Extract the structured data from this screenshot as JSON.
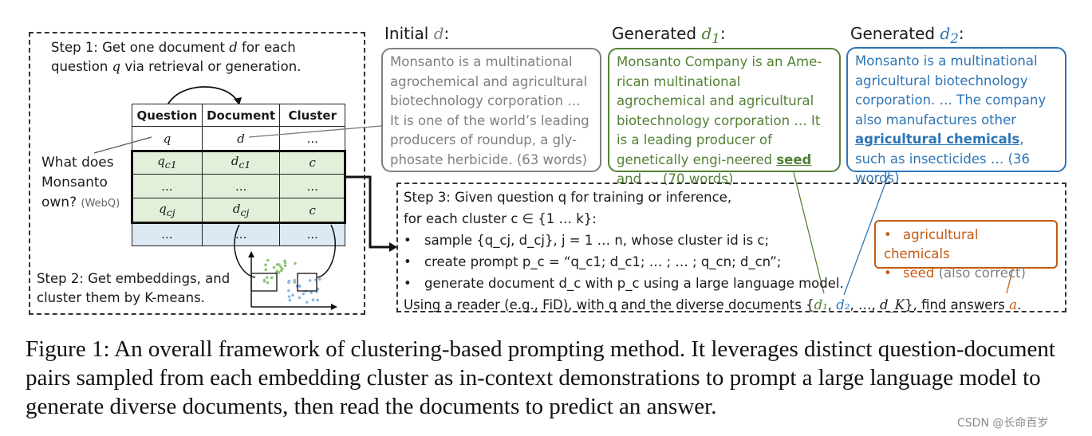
{
  "step1": {
    "line1": "Step 1: Get one document",
    "var_d": "d",
    "line1b": "for each",
    "line2a": "question",
    "var_q": "q",
    "line2b": "via retrieval or generation."
  },
  "step2": {
    "line1": "Step 2: Get embeddings, and",
    "line2": "cluster them by K-means."
  },
  "question_label": {
    "l1": "What does",
    "l2": "Monsanto",
    "l3": "own?",
    "tag": "(WebQ)"
  },
  "table": {
    "headers": [
      "Question",
      "Document",
      "Cluster"
    ],
    "rows": [
      [
        "q",
        "d",
        "..."
      ],
      [
        "q_c1",
        "d_c1",
        "c"
      ],
      [
        "...",
        "...",
        "..."
      ],
      [
        "q_cj",
        "d_cj",
        "c"
      ],
      [
        "...",
        "...",
        "..."
      ]
    ]
  },
  "docs": {
    "initial": {
      "title": "Initial",
      "var": "d",
      "suffix": ":",
      "text": "Monsanto is a multinational agrochemical and agricultural biotechnology corporation … It is one of the world’s leading producers of roundup, a gly-phosate herbicide. (63 words)",
      "color": "#7f7f7f"
    },
    "gen1": {
      "title": "Generated",
      "var": "d",
      "sub": "1",
      "suffix": ":",
      "text_pre": "Monsanto Company is an Ame-rican multinational agrochemical and agricultural biotechnology corporation … It is a leading producer of genetically engi-neered",
      "highlight": "seed",
      "text_post": "and … (70 words)",
      "color": "#538135"
    },
    "gen2": {
      "title": "Generated",
      "var": "d",
      "sub": "2",
      "suffix": ":",
      "text_pre": "Monsanto is a multinational agricultural biotechnology corporation. … The company also manufactures other",
      "highlight": "agricultural chemicals",
      "text_post": ", such as insecticides … (36 words)",
      "color": "#2e75b6"
    }
  },
  "step3": {
    "line1": "Step 3: Given question q for training or inference,",
    "line2": "for each cluster c ∈ {1 … k}:",
    "bullets": [
      "sample {q_cj, d_cj}, j = 1 … n, whose cluster id is c;",
      "create prompt p_c = “q_c1; d_c1; … ; … ; q_cn; d_cn”;",
      "generate document d_c with p_c using a large language model."
    ],
    "last_pre": "Using a reader (e.g., FiD), with q and the diverse documents {",
    "last_d1": "d₁",
    "last_d2": "d₂",
    "last_dk": "d_K",
    "last_mid": "}, find answers",
    "last_a": "a",
    "last_end": "."
  },
  "answers": {
    "items": [
      "agricultural chemicals",
      "seed"
    ],
    "note": "(also correct)",
    "color": "#c55a11"
  },
  "caption": "Figure 1: An overall framework of clustering-based prompting method. It leverages distinct question-document pairs sampled from each embedding cluster as in-context demonstrations to prompt a large language model to generate diverse documents, then read the documents to predict an answer.",
  "watermark": "CSDN @长命百岁"
}
